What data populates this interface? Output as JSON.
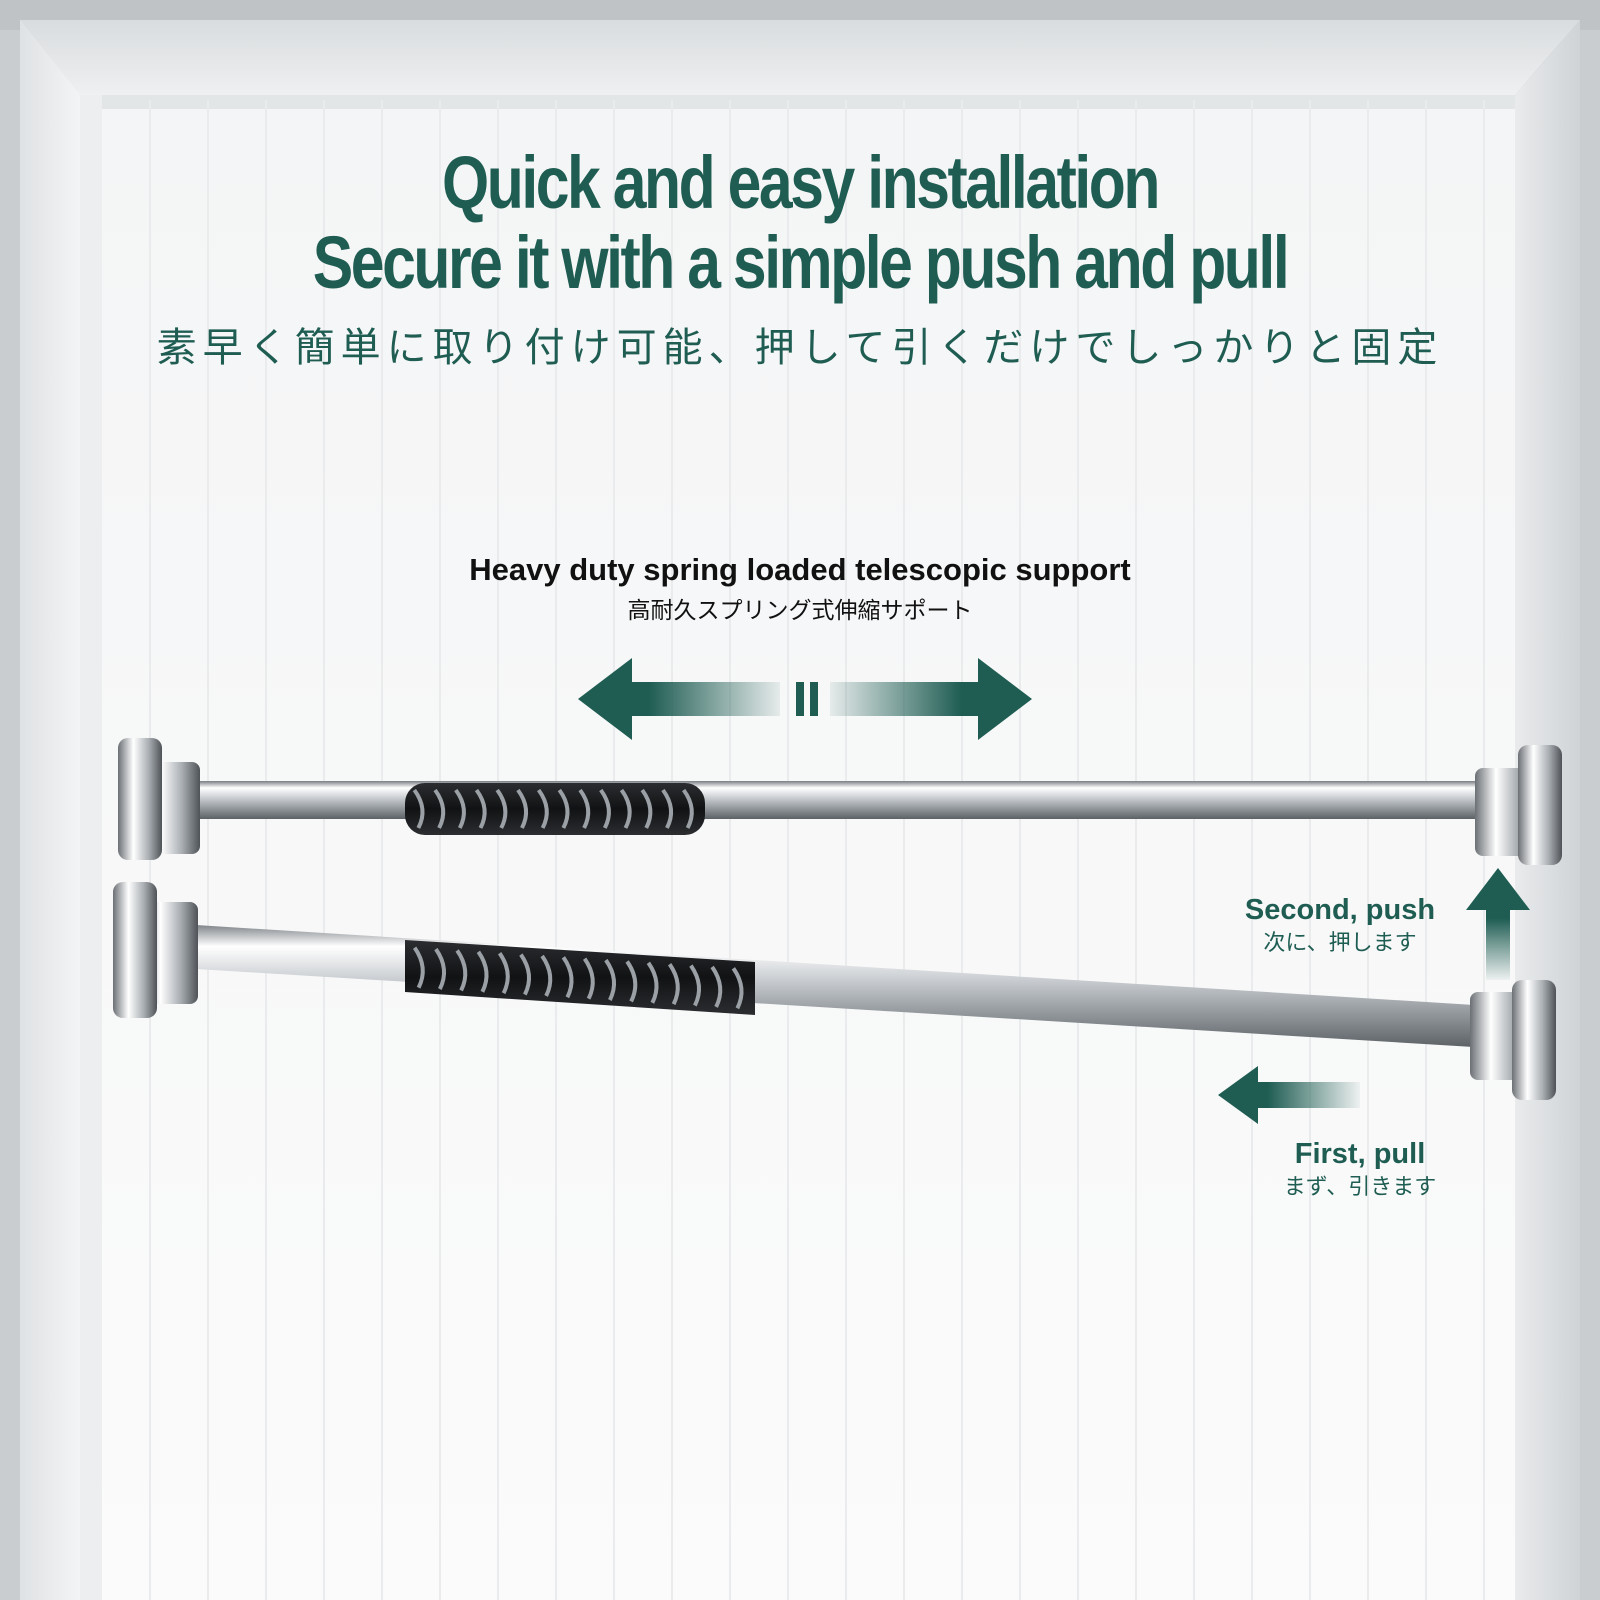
{
  "headline": {
    "line1": "Quick and easy installation",
    "line2": "Secure it with a simple push and pull",
    "line3": "素早く簡単に取り付け可能、押して引くだけでしっかりと固定"
  },
  "feature": {
    "label_en": "Heavy duty spring loaded telescopic support",
    "label_jp": "高耐久スプリング式伸縮サポート"
  },
  "steps": {
    "push_en": "Second, push",
    "push_jp": "次に、押します",
    "pull_en": "First, pull",
    "pull_jp": "まず、引きます"
  },
  "colors": {
    "accent": "#1f5d53",
    "text_dark": "#111111",
    "door": "#f7f8f8",
    "frame": "#e6e8e9"
  },
  "icons": [
    "double-arrow-icon",
    "arrow-up-icon",
    "arrow-left-icon"
  ]
}
